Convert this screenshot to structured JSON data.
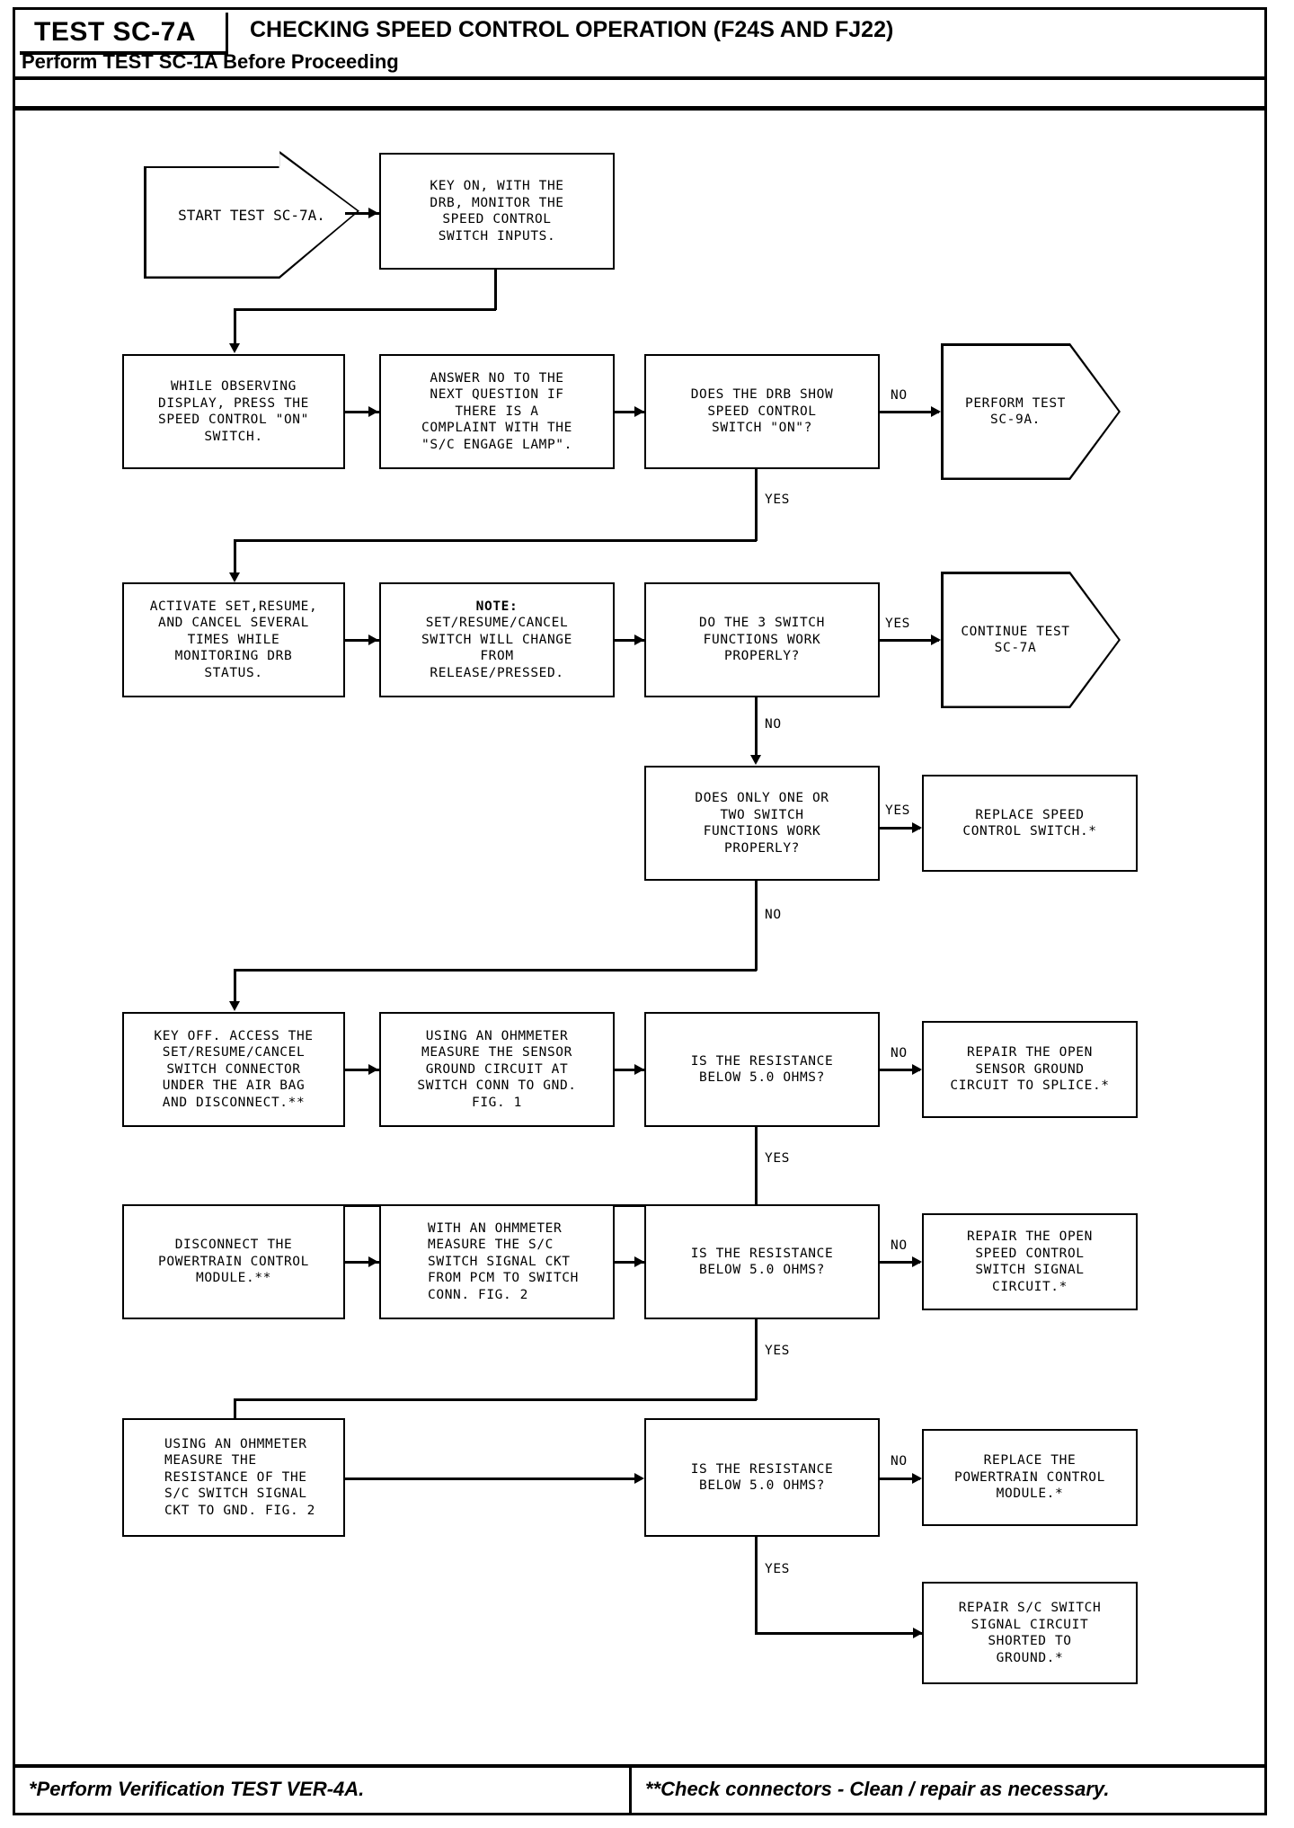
{
  "header": {
    "tag": "TEST SC-7A",
    "title": "CHECKING SPEED CONTROL OPERATION (F24S AND FJ22)",
    "subtitle": "Perform TEST SC-1A Before Proceeding"
  },
  "footer": {
    "left_note": "*Perform Verification TEST VER-4A.",
    "right_note": "**Check connectors - Clean / repair as necessary."
  },
  "nodes": {
    "start": "START TEST\nSC-7A.",
    "key_on": "KEY ON, WITH THE\nDRB, MONITOR THE\nSPEED CONTROL\nSWITCH INPUTS.",
    "while_observing": "WHILE OBSERVING\nDISPLAY, PRESS THE\nSPEED CONTROL \"ON\"\nSWITCH.",
    "answer_no": "ANSWER NO TO THE\nNEXT QUESTION IF\nTHERE IS A\nCOMPLAINT WITH THE\n\"S/C ENGAGE LAMP\".",
    "drb_show_sc_on": "DOES THE DRB SHOW\nSPEED CONTROL\nSWITCH \"ON\"?",
    "perform_sc9a": "PERFORM TEST\nSC-9A.",
    "activate_set": "ACTIVATE SET,RESUME,\nAND CANCEL SEVERAL\nTIMES WHILE\nMONITORING DRB\nSTATUS.",
    "note_label": "NOTE:",
    "note_body": "SET/RESUME/CANCEL\nSWITCH WILL CHANGE\nFROM\nRELEASE/PRESSED.",
    "three_switch": "DO THE 3 SWITCH\nFUNCTIONS WORK\nPROPERLY?",
    "continue_sc7a": "CONTINUE TEST\nSC-7A",
    "only_one_two": "DOES ONLY ONE OR\nTWO SWITCH\nFUNCTIONS WORK\nPROPERLY?",
    "replace_sc_switch": "REPLACE SPEED\nCONTROL SWITCH.*",
    "key_off": "KEY OFF. ACCESS THE\nSET/RESUME/CANCEL\nSWITCH CONNECTOR\nUNDER THE AIR BAG\nAND DISCONNECT.**",
    "ohm_sensor_gnd": "USING AN OHMMETER\nMEASURE THE SENSOR\nGROUND CIRCUIT AT\nSWITCH CONN TO GND.\nFIG. 1",
    "res_below_1": "IS THE RESISTANCE\nBELOW 5.0 OHMS?",
    "repair_open_gnd": "REPAIR THE OPEN\nSENSOR GROUND\nCIRCUIT TO SPLICE.*",
    "disconnect_pcm": "DISCONNECT THE\nPOWERTRAIN CONTROL\nMODULE.**",
    "ohm_sc_signal": "WITH AN OHMMETER\nMEASURE THE S/C\nSWITCH SIGNAL CKT\nFROM PCM TO SWITCH\nCONN.        FIG. 2",
    "res_below_2": "IS THE RESISTANCE\nBELOW 5.0 OHMS?",
    "repair_open_signal": "REPAIR THE OPEN\nSPEED CONTROL\nSWITCH SIGNAL\nCIRCUIT.*",
    "ohm_sc_to_gnd": "USING AN OHMMETER\nMEASURE THE\nRESISTANCE OF THE\nS/C SWITCH SIGNAL\nCKT TO GND.   FIG. 2",
    "res_below_3": "IS THE RESISTANCE\nBELOW 5.0 OHMS?",
    "replace_pcm": "REPLACE THE\nPOWERTRAIN CONTROL\nMODULE.*",
    "repair_shorted": "REPAIR S/C SWITCH\nSIGNAL CIRCUIT\nSHORTED TO\nGROUND.*"
  },
  "edge_labels": {
    "no_1": "NO",
    "yes_1": "YES",
    "yes_2": "YES",
    "no_2": "NO",
    "yes_3": "YES",
    "no_3": "NO",
    "no_4": "NO",
    "yes_4": "YES",
    "no_5": "NO",
    "yes_5": "YES",
    "no_6": "NO",
    "yes_6": "YES"
  }
}
